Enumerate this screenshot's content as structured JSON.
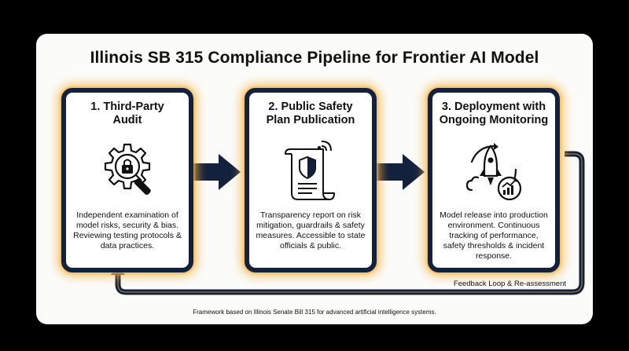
{
  "title": "Illinois SB 315 Compliance Pipeline for Frontier AI Model",
  "steps": [
    {
      "title_line1": "1. Third-Party",
      "title_line2": "Audit",
      "icon": "gear-lock-magnifier-icon",
      "description": "Independent examination of model risks, security & bias. Reviewing testing protocols & data practices."
    },
    {
      "title_line1": "2. Public Safety",
      "title_line2": "Plan Publication",
      "icon": "document-shield-icon",
      "description": "Transparency report on risk mitigation, guardrails & safety measures. Accessible to state officials & public."
    },
    {
      "title_line1": "3. Deployment with",
      "title_line2": "Ongoing Monitoring",
      "icon": "rocket-chart-icon",
      "description": "Model release into production environment. Continuous tracking of performance, safety thresholds & incident response."
    }
  ],
  "feedback_label": "Feedback Loop & Re-assessment",
  "footer": "Framework based on Illinois Senate Bill 315 for advanced artificial intelligence systems.",
  "colors": {
    "navy": "#14213d",
    "glow": "#f5b446",
    "panel": "#fbfbf9",
    "background": "#000000"
  }
}
